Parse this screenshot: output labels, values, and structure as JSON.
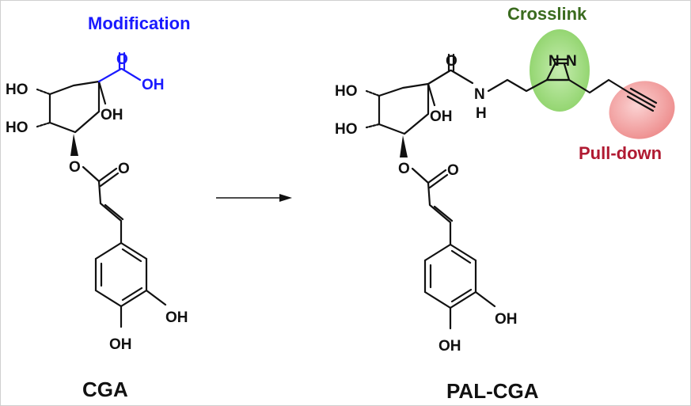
{
  "labels": {
    "modification": "Modification",
    "crosslink": "Crosslink",
    "pulldown": "Pull-down",
    "cga": "CGA",
    "pal_cga": "PAL-CGA"
  },
  "atoms": {
    "ho": "HO",
    "oh": "OH",
    "o": "O",
    "nh": "N",
    "h": "H",
    "n": "N"
  },
  "colors": {
    "modification": "#1a1aff",
    "crosslink": "#3a6b1f",
    "crosslink_fill": "#a8dc8a",
    "pulldown": "#b01a32",
    "pulldown_fill": "#f3a0a0"
  }
}
